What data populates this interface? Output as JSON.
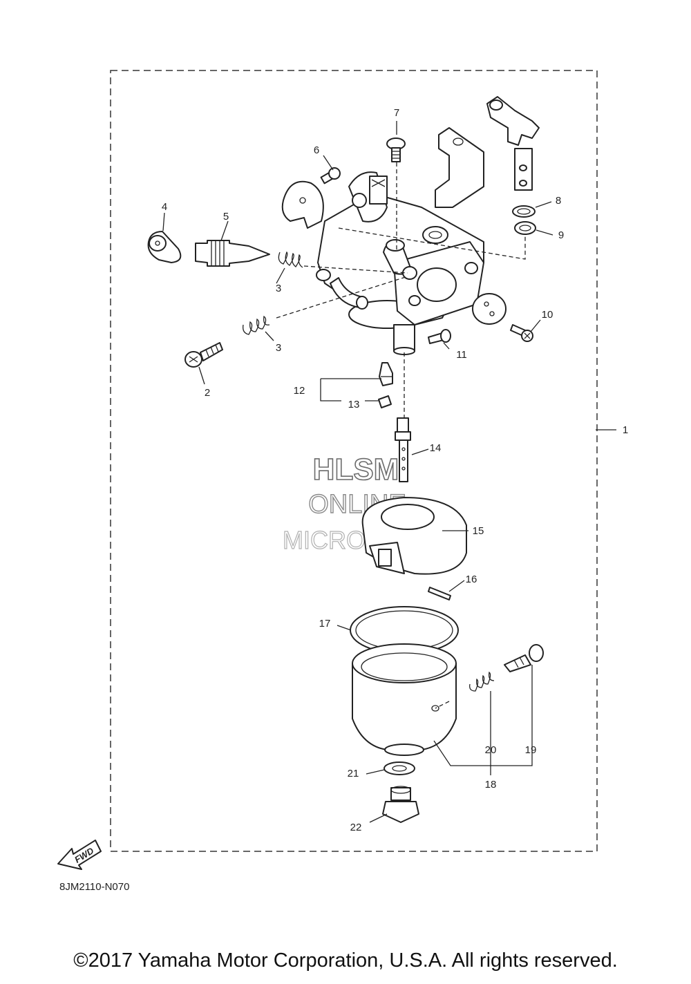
{
  "labels": {
    "l1": "1",
    "l2": "2",
    "l3a": "3",
    "l3b": "3",
    "l4": "4",
    "l5": "5",
    "l6": "6",
    "l7": "7",
    "l8": "8",
    "l9": "9",
    "l10": "10",
    "l11": "11",
    "l12": "12",
    "l13": "13",
    "l14": "14",
    "l15": "15",
    "l16": "16",
    "l17": "17",
    "l18": "18",
    "l19": "19",
    "l20": "20",
    "l21": "21",
    "l22": "22"
  },
  "fwd_label": "FWD",
  "diagram_code": "8JM2110-N070",
  "watermark": {
    "line1": "HLSM",
    "line2": "ONLINE",
    "line3": "MICROFICHE"
  },
  "copyright": "©2017 Yamaha Motor Corporation, U.S.A. All rights reserved."
}
